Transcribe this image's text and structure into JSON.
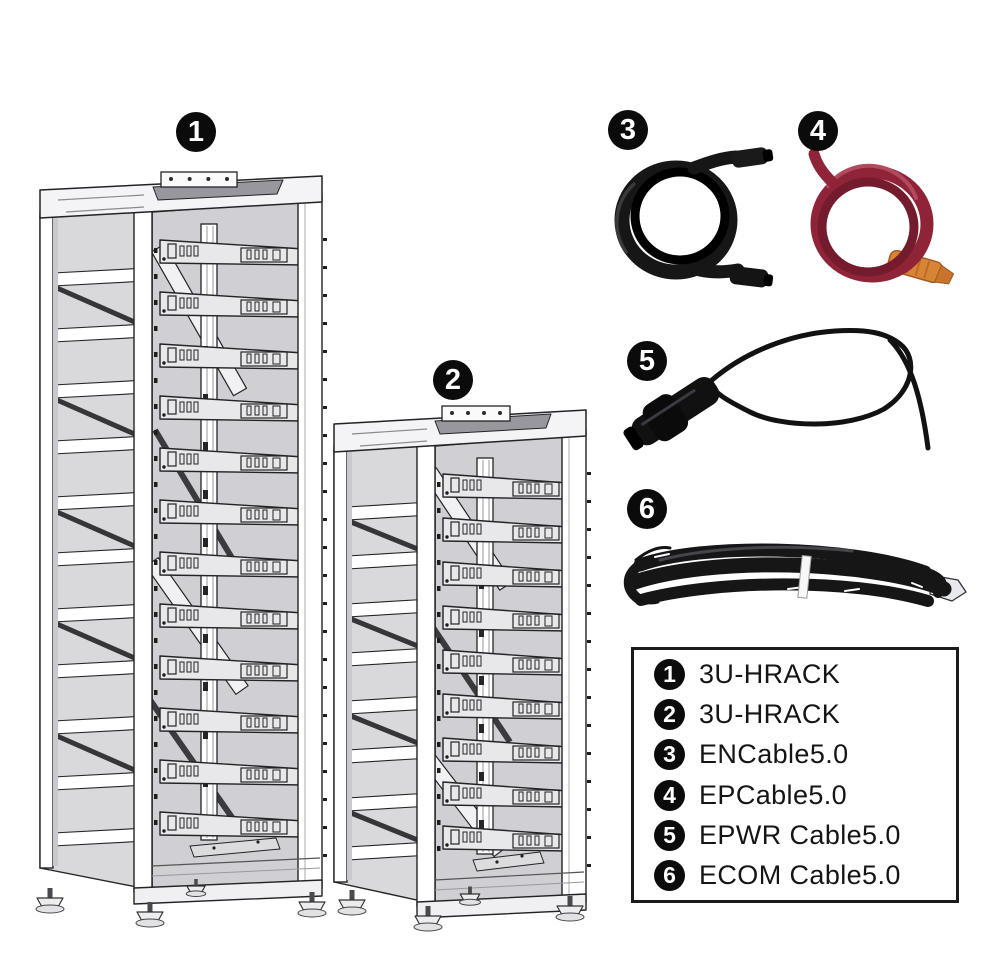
{
  "items": [
    {
      "num": "1",
      "label": "3U-HRACK"
    },
    {
      "num": "2",
      "label": "3U-HRACK"
    },
    {
      "num": "3",
      "label": "ENCable5.0"
    },
    {
      "num": "4",
      "label": "EPCable5.0"
    },
    {
      "num": "5",
      "label": "EPWR Cable5.0"
    },
    {
      "num": "6",
      "label": "ECOM Cable5.0"
    }
  ],
  "colors": {
    "background": "#ffffff",
    "ink": "#232327",
    "badge_bg": "#0b0b0b",
    "badge_fg": "#ffffff",
    "rack_panel": "#d9d9dc",
    "rack_panel_dark": "#cfcfd4",
    "rack_white": "#ffffff",
    "cable_black": "#161616",
    "cable_red": "#8f2338",
    "cable_red_light": "#b24a5e",
    "connector_orange": "#d98336",
    "connector_clear": "#e7e9ec",
    "tie_white": "#f7f7f7"
  }
}
